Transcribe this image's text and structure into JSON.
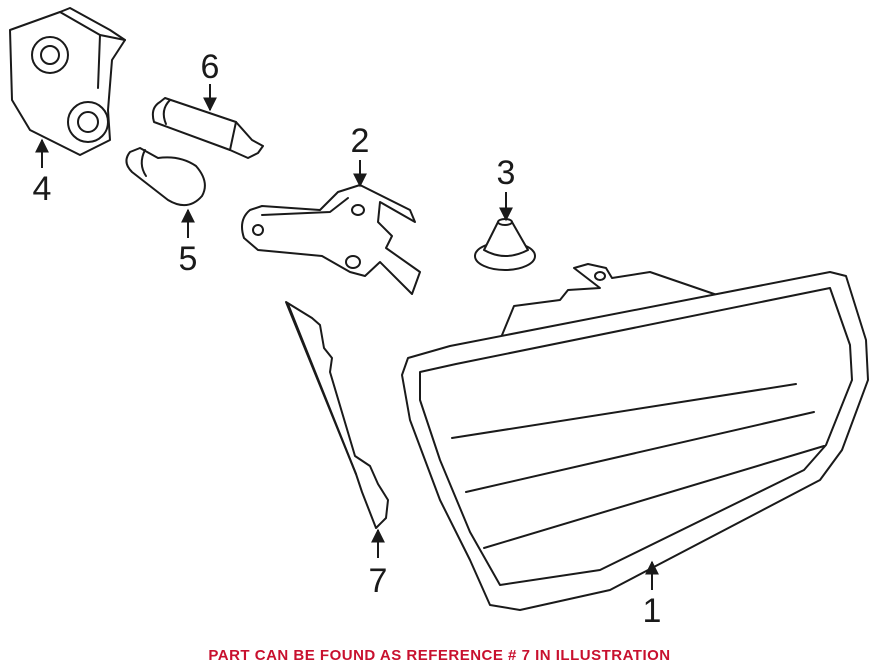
{
  "callouts": {
    "c1": "1",
    "c2": "2",
    "c3": "3",
    "c4": "4",
    "c5": "5",
    "c6": "6",
    "c7": "7"
  },
  "footer": {
    "note": "PART CAN BE FOUND AS REFERENCE # 7 IN ILLUSTRATION"
  },
  "colors": {
    "line": "#1a1a1a",
    "note": "#c8102e",
    "background": "#ffffff"
  }
}
